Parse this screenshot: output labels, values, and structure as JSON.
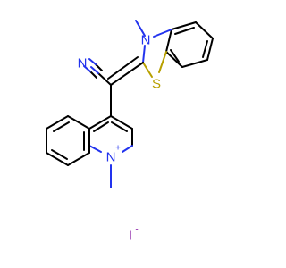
{
  "molecule": {
    "atoms": {
      "n_benzothiazole": {
        "symbol": "N"
      },
      "s_benzothiazole": {
        "symbol": "S"
      },
      "n_nitrile": {
        "symbol": "N"
      },
      "n_quinolinium": {
        "symbol": "N",
        "charge": "+"
      },
      "iodide": {
        "symbol": "I",
        "charge": "-"
      }
    },
    "colors": {
      "carbon_bond": "#000000",
      "nitrogen": "#2233ee",
      "sulfur": "#b8a000",
      "iodine": "#8a1fa6"
    }
  }
}
